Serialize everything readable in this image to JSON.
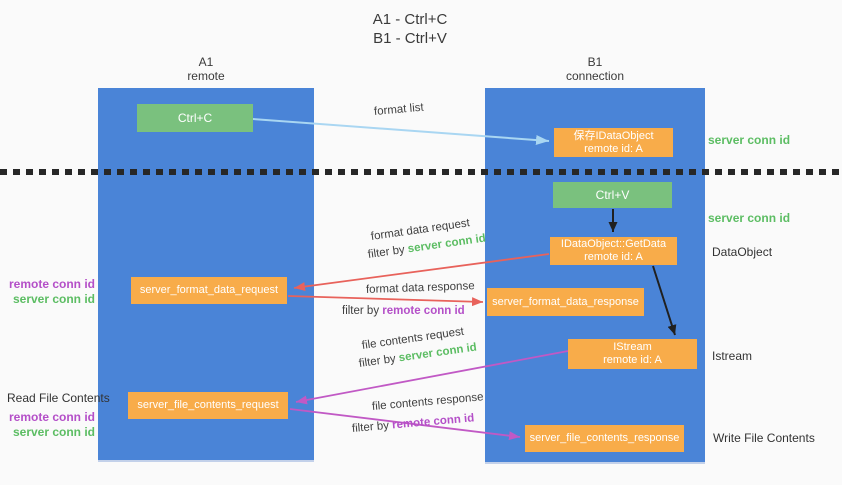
{
  "title": {
    "line1": "A1 - Ctrl+C",
    "line2": "B1 - Ctrl+V"
  },
  "lanes": {
    "left": {
      "name": "A1",
      "role": "remote"
    },
    "right": {
      "name": "B1",
      "role": "connection"
    }
  },
  "nodes": {
    "ctrl_c": {
      "label": "Ctrl+C"
    },
    "save_idataobject": {
      "line1": "保存IDataObject",
      "line2": "remote id: A"
    },
    "ctrl_v": {
      "label": "Ctrl+V"
    },
    "getdata": {
      "line1": "IDataObject::GetData",
      "line2": "remote id: A"
    },
    "format_request": {
      "label": "server_format_data_request"
    },
    "format_response": {
      "label": "server_format_data_response"
    },
    "istream": {
      "line1": "IStream",
      "line2": "remote id: A"
    },
    "file_request": {
      "label": "server_file_contents_request"
    },
    "file_response": {
      "label": "server_file_contents_response"
    }
  },
  "edges": {
    "format_list": {
      "label": "format list"
    },
    "format_data_request": {
      "label": "format data request",
      "filter_prefix": "filter by ",
      "filter_key": "server conn id"
    },
    "format_data_response": {
      "label": "format data response",
      "filter_prefix": "filter by ",
      "filter_key": "remote conn id"
    },
    "file_contents_request": {
      "label": "file contents request",
      "filter_prefix": "filter by ",
      "filter_key": "server conn id"
    },
    "file_contents_response": {
      "label": "file contents response",
      "filter_prefix": "filter by ",
      "filter_key": "remote conn id"
    }
  },
  "annotations": {
    "server_conn_top": "server conn id",
    "server_conn_mid": "server conn id",
    "dataobject": "DataObject",
    "istream": "Istream",
    "write_file_contents": "Write File Contents",
    "remote_conn_left_1": "remote conn id",
    "server_conn_left_1": "server conn id",
    "read_file_contents": "Read File Contents",
    "remote_conn_left_2": "remote conn id",
    "server_conn_left_2": "server conn id"
  },
  "colors": {
    "background": "#fafafa",
    "lane_blue": "#4a84d7",
    "node_green": "#7ac17e",
    "node_orange": "#f8ac4a",
    "arrow_light_blue": "#a9d6f2",
    "arrow_red": "#e8625b",
    "arrow_magenta": "#c159c5",
    "arrow_black": "#202020",
    "text_green": "#5cbd63",
    "text_magenta": "#b44fc8"
  }
}
